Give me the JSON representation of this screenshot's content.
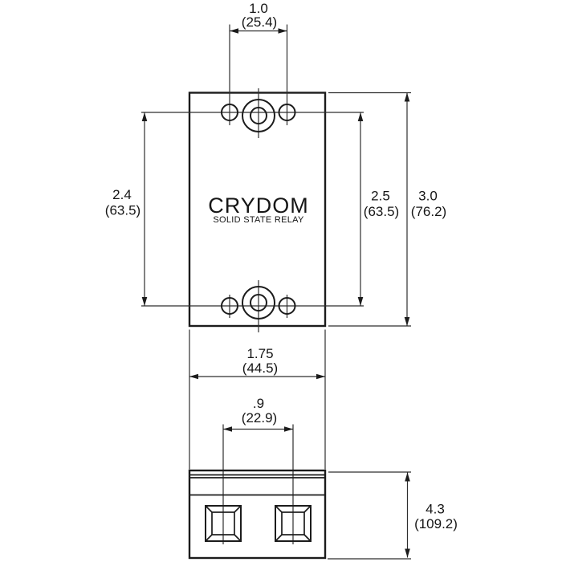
{
  "device": {
    "brand": "CRYDOM",
    "subtitle": "SOLID STATE RELAY"
  },
  "dimensions": {
    "top_hole_spacing": {
      "inches": "1.0",
      "mm": "(25.4)"
    },
    "left_hole_span": {
      "inches": "2.4",
      "mm": "(63.5)"
    },
    "right_hole_span": {
      "inches": "2.5",
      "mm": "(63.5)"
    },
    "overall_height": {
      "inches": "3.0",
      "mm": "(76.2)"
    },
    "body_width": {
      "inches": "1.75",
      "mm": "(44.5)"
    },
    "terminal_spacing": {
      "inches": ".9",
      "mm": "(22.9)"
    },
    "overall_depth": {
      "inches": "4.3",
      "mm": "(109.2)"
    }
  },
  "colors": {
    "line": "#1c1c1c",
    "dim_line": "#2e2e2e",
    "background": "#ffffff"
  }
}
